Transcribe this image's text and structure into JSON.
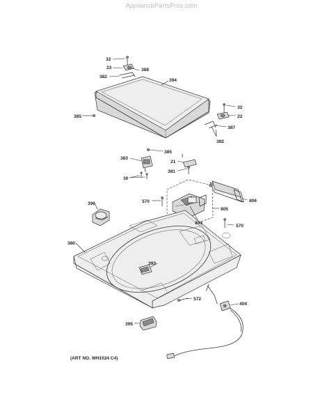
{
  "watermark": "AppliancePartsPros.com",
  "art_number": "(ART NO. WH1024 C4)",
  "callouts": {
    "c32a": "32",
    "c23": "23",
    "c388": "388",
    "c382a": "382",
    "c394": "394",
    "c385a": "385",
    "c32b": "32",
    "c22": "22",
    "c387": "387",
    "c382b": "382",
    "c385b": "385",
    "c383": "383",
    "c21": "21",
    "c381": "381",
    "c30": "30",
    "c570a": "570",
    "c396": "396",
    "c806": "806",
    "c805": "805",
    "c803": "803",
    "c570b": "570",
    "c380": "380",
    "c393": "393",
    "c572": "572",
    "c404": "404",
    "c395": "395"
  }
}
